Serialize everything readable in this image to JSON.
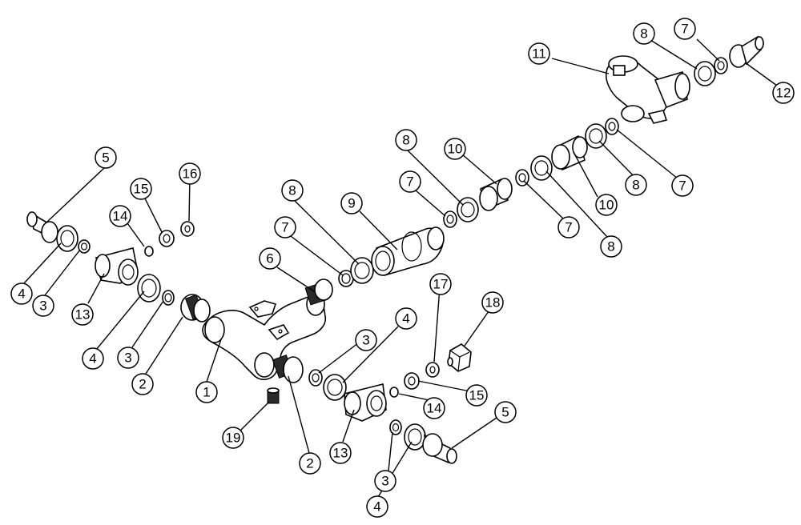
{
  "colors": {
    "line": "#000000",
    "fill": "#ffffff",
    "thread": "#2a2a2a"
  },
  "callouts": [
    {
      "label": "1"
    },
    {
      "label": "2"
    },
    {
      "label": "2"
    },
    {
      "label": "3"
    },
    {
      "label": "3"
    },
    {
      "label": "3"
    },
    {
      "label": "3"
    },
    {
      "label": "4"
    },
    {
      "label": "4"
    },
    {
      "label": "4"
    },
    {
      "label": "4"
    },
    {
      "label": "5"
    },
    {
      "label": "5"
    },
    {
      "label": "6"
    },
    {
      "label": "7"
    },
    {
      "label": "7"
    },
    {
      "label": "7"
    },
    {
      "label": "7"
    },
    {
      "label": "7"
    },
    {
      "label": "8"
    },
    {
      "label": "8"
    },
    {
      "label": "8"
    },
    {
      "label": "8"
    },
    {
      "label": "8"
    },
    {
      "label": "9"
    },
    {
      "label": "10"
    },
    {
      "label": "10"
    },
    {
      "label": "11"
    },
    {
      "label": "12"
    },
    {
      "label": "13"
    },
    {
      "label": "13"
    },
    {
      "label": "14"
    },
    {
      "label": "14"
    },
    {
      "label": "15"
    },
    {
      "label": "15"
    },
    {
      "label": "16"
    },
    {
      "label": "17"
    },
    {
      "label": "18"
    },
    {
      "label": "19"
    }
  ]
}
